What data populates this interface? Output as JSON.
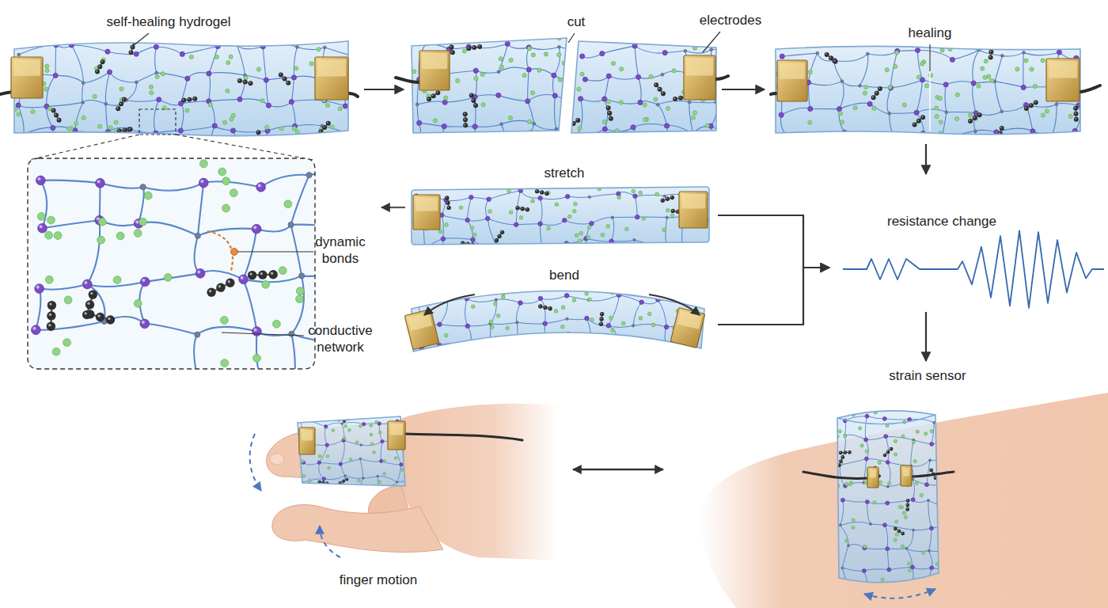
{
  "diagram": {
    "nodes": [
      {
        "text": [
          "self-healing hydrogel"
        ]
      },
      {
        "text": [
          "cut"
        ]
      },
      {
        "text": [
          "healing"
        ]
      },
      {
        "text": [
          "dynamic bonds",
          "conductive network"
        ]
      },
      {
        "text": [
          "stretch"
        ]
      },
      {
        "text": [
          "bend"
        ]
      },
      {
        "text": [
          "resistance change"
        ]
      },
      {
        "text": [
          "strain sensor"
        ]
      },
      {
        "text": [
          "finger motion"
        ]
      }
    ],
    "edges": [
      {
        "from": 0,
        "to": 1,
        "arrow": "to"
      },
      {
        "from": 1,
        "to": 2,
        "arrow": "to"
      },
      {
        "from": 2,
        "to": 6,
        "arrow": "to"
      },
      {
        "from": 4,
        "to": 6,
        "arrow": "to"
      },
      {
        "from": 5,
        "to": 6,
        "arrow": "to"
      },
      {
        "from": 6,
        "to": 7,
        "arrow": "to"
      }
    ],
    "labels": [
      "electrodes"
    ]
  }
}
